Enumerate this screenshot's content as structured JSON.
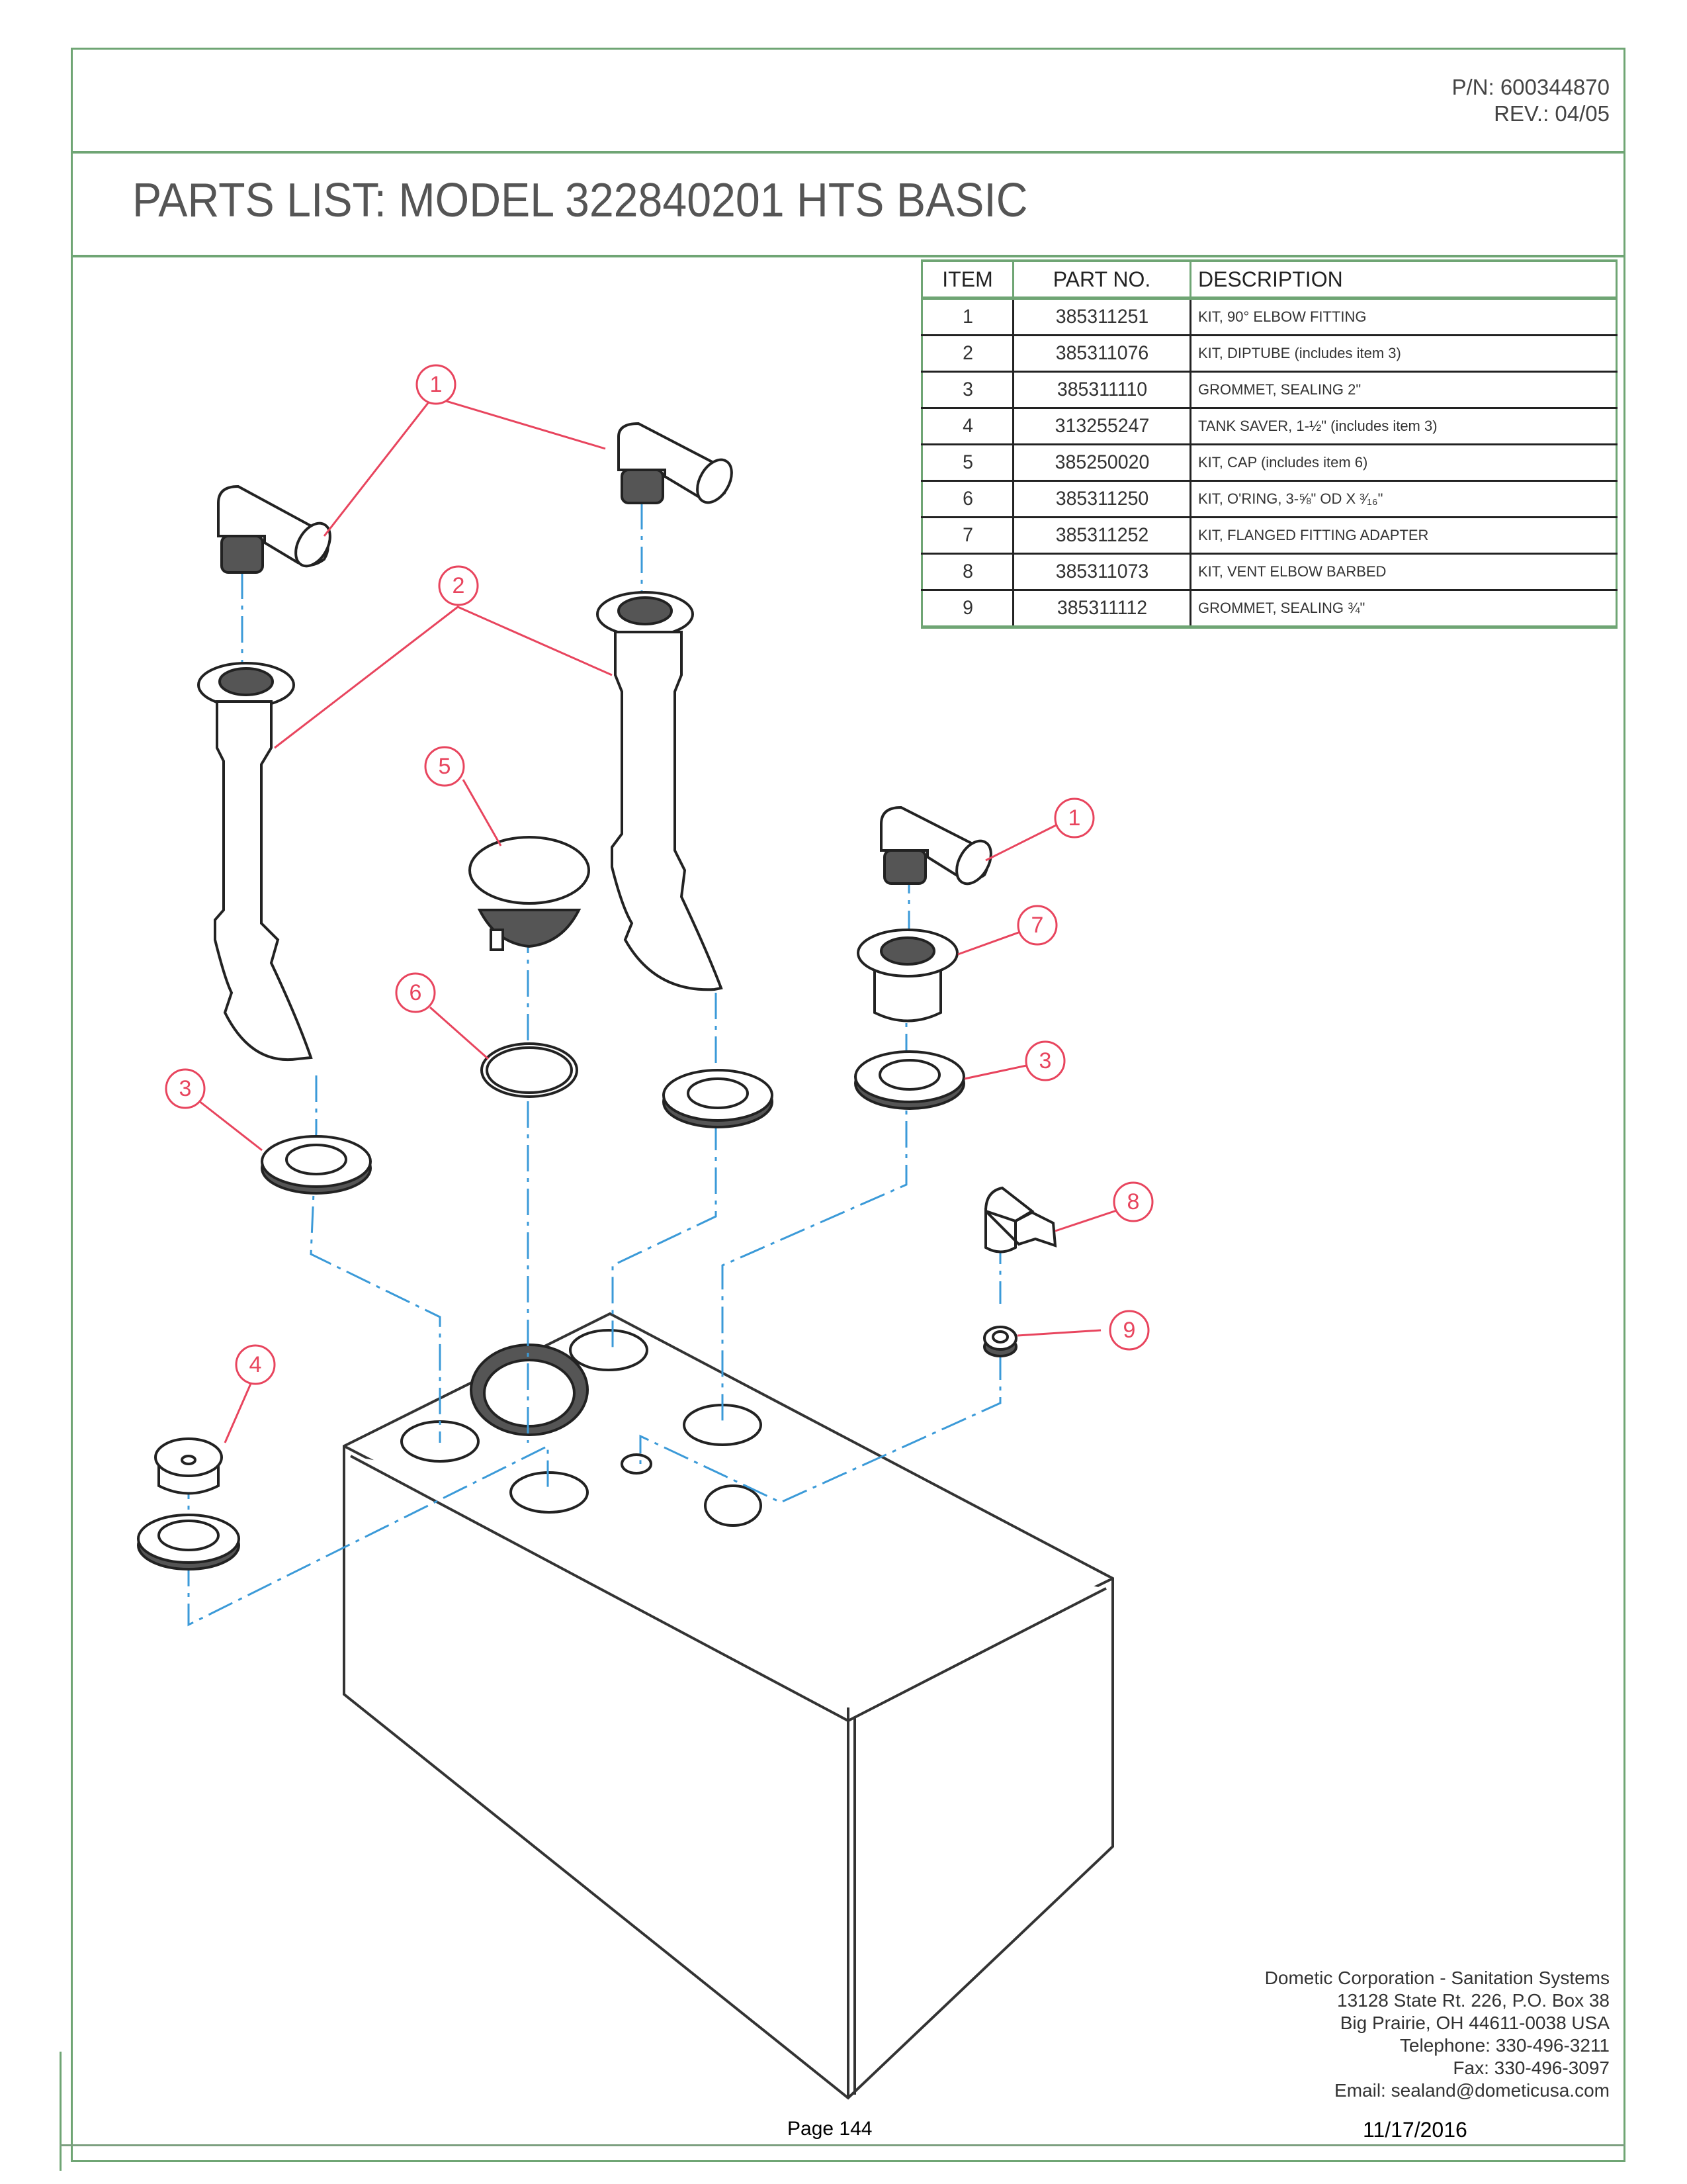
{
  "header": {
    "part_number_label": "P/N:  600344870",
    "revision_label": "REV.:  04/05"
  },
  "title": "PARTS LIST:  MODEL 322840201 HTS BASIC",
  "parts_table": {
    "columns": [
      "ITEM",
      "PART NO.",
      "DESCRIPTION"
    ],
    "rows": [
      {
        "item": "1",
        "part_no": "385311251",
        "description": "KIT, 90° ELBOW FITTING"
      },
      {
        "item": "2",
        "part_no": "385311076",
        "description": "KIT, DIPTUBE (includes item 3)"
      },
      {
        "item": "3",
        "part_no": "385311110",
        "description": "GROMMET, SEALING 2\""
      },
      {
        "item": "4",
        "part_no": "313255247",
        "description": "TANK SAVER, 1-½\" (includes item 3)"
      },
      {
        "item": "5",
        "part_no": "385250020",
        "description": "KIT, CAP (includes item 6)"
      },
      {
        "item": "6",
        "part_no": "385311250",
        "description": "KIT, O'RING, 3-⅝\" OD X ³⁄₁₆\""
      },
      {
        "item": "7",
        "part_no": "385311252",
        "description": "KIT, FLANGED FITTING ADAPTER"
      },
      {
        "item": "8",
        "part_no": "385311073",
        "description": "KIT, VENT ELBOW BARBED"
      },
      {
        "item": "9",
        "part_no": "385311112",
        "description": "GROMMET, SEALING ¾\""
      }
    ]
  },
  "diagram": {
    "callouts": [
      "1",
      "1",
      "2",
      "3",
      "3",
      "4",
      "5",
      "6",
      "7",
      "8",
      "9"
    ],
    "colors": {
      "callout": "#e8455e",
      "axis_line": "#3b9ad8",
      "border": "#6fa574"
    }
  },
  "footer": {
    "company_lines": [
      "Dometic Corporation - Sanitation Systems",
      "13128 State Rt. 226, P.O. Box 38",
      "Big Prairie, OH 44611-0038 USA",
      "Telephone: 330-496-3211",
      "Fax: 330-496-3097",
      "Email: sealand@dometicusa.com"
    ],
    "page": "Page 144",
    "date": "11/17/2016"
  }
}
